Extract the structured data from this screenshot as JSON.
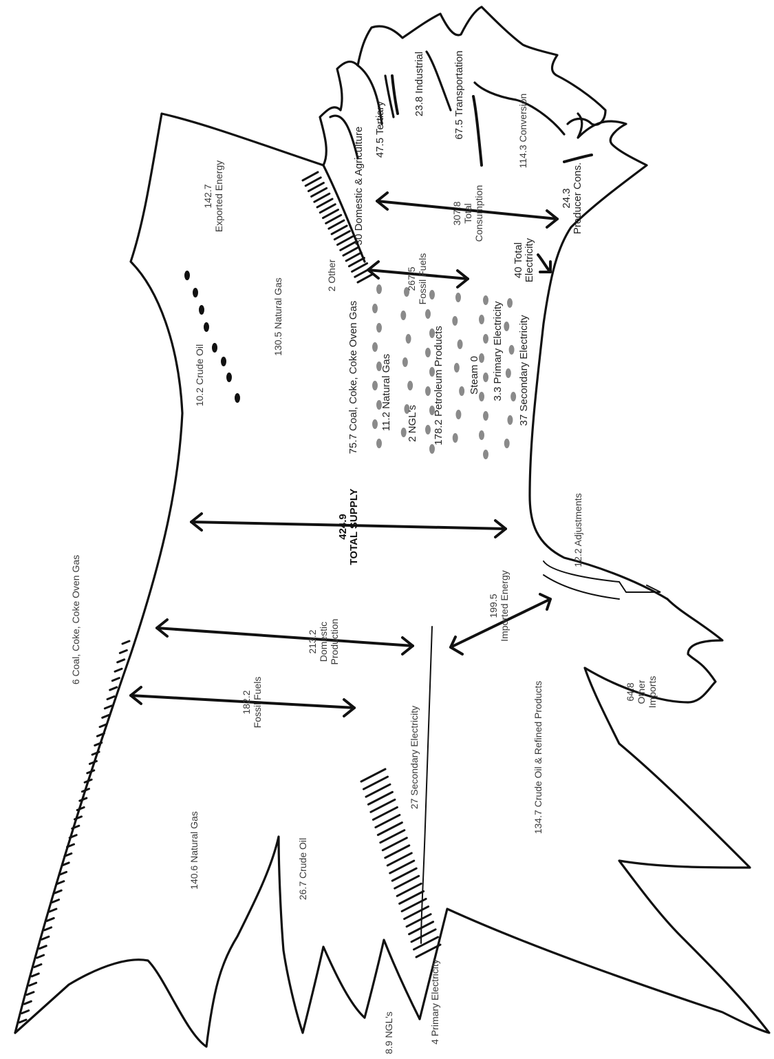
{
  "supply": {
    "coal_production": "6 Coal, Coke, Coke Oven Gas",
    "natural_gas_production": "140.6 Natural Gas",
    "crude_oil_production": "26.7 Crude Oil",
    "ngls": "8.9 NGL's",
    "primary_electricity": "4 Primary Electricity",
    "secondary_electricity": "27 Secondary Electricity",
    "fossil_fuels": [
      "182.2",
      "Fossil Fuels"
    ],
    "domestic_production": [
      "213.2",
      "Domestic",
      "Production"
    ],
    "imported_energy": [
      "199.5",
      "Imported Energy"
    ],
    "crude_oil_refined_imports": "134.7 Crude Oil & Refined Products",
    "other_imports": [
      "64.8",
      "Other",
      "Imports"
    ],
    "total_supply": [
      "424.9",
      "TOTAL SUPPLY"
    ],
    "adjustments": "12.2 Adjustments"
  },
  "exports": {
    "exported_energy": [
      "142.7",
      "Exported Energy"
    ],
    "natural_gas": "130.5 Natural Gas",
    "crude_oil": "10.2 Crude Oil"
  },
  "consumption": {
    "coal": "75.7 Coal, Coke, Coke Oven Gas",
    "natural_gas": "11.2 Natural Gas",
    "ngls": "2 NGL's",
    "petroleum": "178.2 Petroleum Products",
    "steam": "Steam 0",
    "primary_electricity": "3.3 Primary Electricity",
    "secondary_electricity": "37 Secondary Electricity",
    "other": "2 Other",
    "fossil_fuels": [
      "267.5",
      "Fossil Fuels"
    ],
    "total_electricity": [
      "40 Total",
      "Electricity"
    ],
    "total_consumption": [
      "307.8",
      "Total",
      "Consumption"
    ],
    "domestic_agriculture": "30 Domestic & Agriculture",
    "tertiary": "47.5  Tertiary",
    "industrial": "23.8 Industrial",
    "transportation": "67.5 Transportation",
    "conversion": "114.3 Conversion",
    "producer_cons": [
      "24.3",
      "Producer Cons."
    ]
  }
}
